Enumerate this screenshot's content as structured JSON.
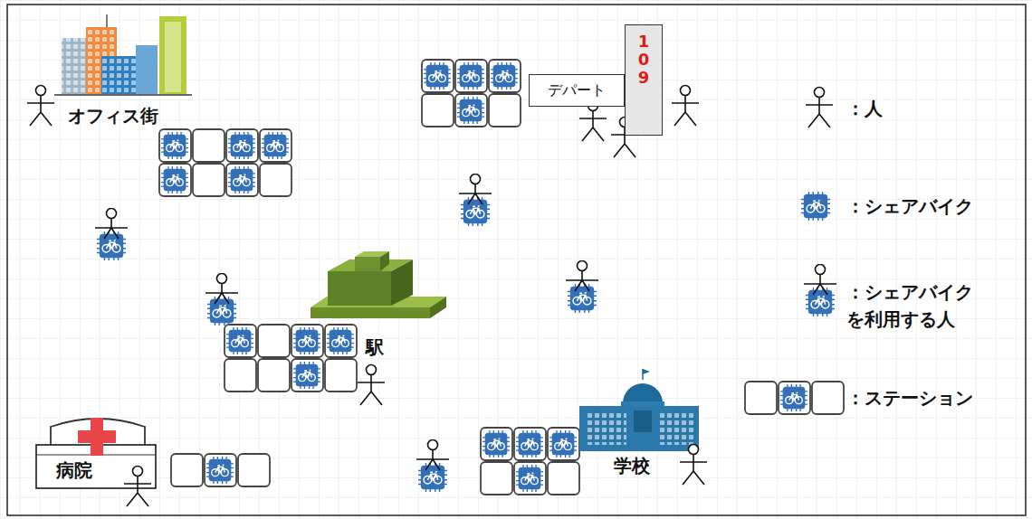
{
  "diagram": {
    "nodes": [
      {
        "text": [
          "デパート"
        ]
      },
      {
        "text": [
          "109"
        ]
      }
    ],
    "labels": [
      "オフィス街",
      "駅",
      "病院",
      "学校"
    ],
    "legend": [
      {
        "text": "：人"
      },
      {
        "text": "：シェアバイク"
      },
      {
        "text": "：シェアバイク を利用する人"
      },
      {
        "text": "：ステーション"
      }
    ]
  }
}
